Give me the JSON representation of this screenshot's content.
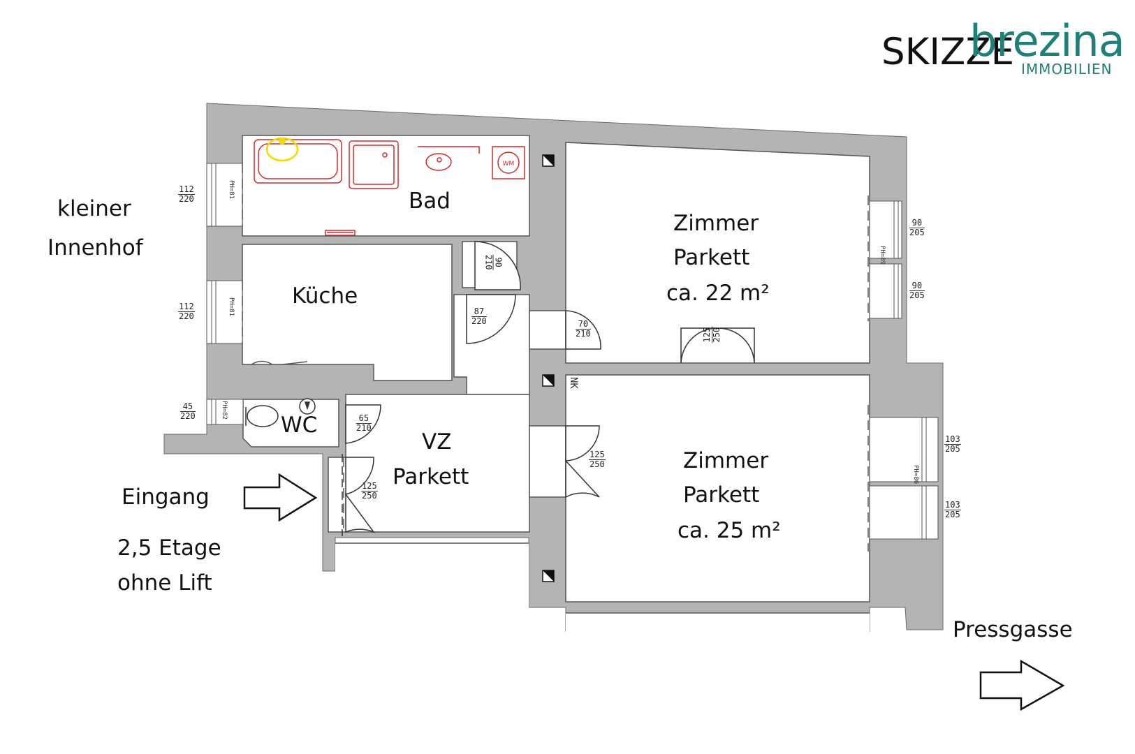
{
  "header": {
    "title": "SKIZZE",
    "brand": "brezina",
    "brand_sub": "IMMOBILIEN",
    "brand_color": "#1e8076",
    "brand_dot_color": "#f2b300"
  },
  "rooms": {
    "bad": "Bad",
    "kueche": "Küche",
    "wc": "WC",
    "vz_line1": "VZ",
    "vz_line2": "Parkett",
    "zimmer1_line1": "Zimmer",
    "zimmer1_line2": "Parkett",
    "zimmer1_line3": "ca. 22 m²",
    "zimmer2_line1": "Zimmer",
    "zimmer2_line2": "Parkett",
    "zimmer2_line3": "ca. 25 m²"
  },
  "annotations": {
    "innenhof_line1": "kleiner",
    "innenhof_line2": "Innenhof",
    "eingang": "Eingang",
    "etage_line1": "2,5 Etage",
    "etage_line2": "ohne Lift",
    "street": "Pressgasse"
  },
  "dimensions": {
    "win_bad": {
      "w": "112",
      "h": "220"
    },
    "win_kueche": {
      "w": "112",
      "h": "220"
    },
    "win_wc": {
      "w": "45",
      "h": "220"
    },
    "door_wc": {
      "w": "65",
      "h": "210"
    },
    "door_entry": {
      "w": "125",
      "h": "250"
    },
    "door_kueche": {
      "w": "87",
      "h": "220"
    },
    "door_closet": {
      "w": "90",
      "h": "210"
    },
    "door_zimmer1": {
      "w": "70",
      "h": "210"
    },
    "door_between": {
      "w": "125",
      "h": "250"
    },
    "door_zimmer2": {
      "w": "125",
      "h": "250"
    },
    "win_z1_top": {
      "w": "90",
      "h": "205"
    },
    "win_z1_bottom": {
      "w": "90",
      "h": "205"
    },
    "win_z2_top": {
      "w": "103",
      "h": "205"
    },
    "win_z2_bottom": {
      "w": "103",
      "h": "205"
    }
  },
  "sill_labels": {
    "bad": "PH=81",
    "kueche": "PH=81",
    "wc": "PH=82",
    "z1": "PH=89",
    "z2": "PH=86"
  },
  "marks": {
    "nk": "NK",
    "wm": "WM"
  },
  "colors": {
    "wall": "#b4b4b4",
    "outline": "#555555",
    "fixture": "#d42a2a",
    "sink_yellow": "#f5d800"
  }
}
